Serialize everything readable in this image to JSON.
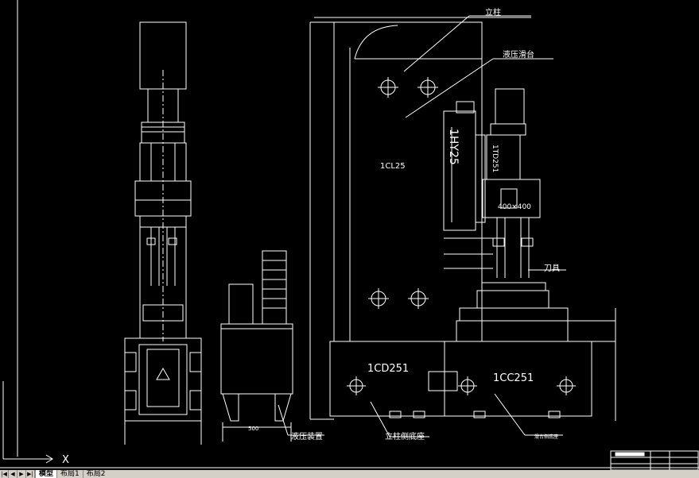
{
  "labels": {
    "column": "立柱",
    "hydraulic_slide": "液压滑台",
    "slide_model": "1HY25",
    "column_model": "1CL25",
    "drill_head_model": "1TD251",
    "headbox_size": "400×400",
    "tool": "刀具",
    "column_base_model": "1CD251",
    "slide_base_model": "1CC251",
    "hydraulic_unit": "液压装置",
    "column_side_base": "立柱侧底座",
    "slide_side_base": "滑台侧底座",
    "dimension_500": "500",
    "axis_x": "X"
  },
  "tabs": {
    "items": [
      "模型",
      "布局1",
      "布局2"
    ]
  },
  "colors": {
    "background": "#000000",
    "lines": "#ffffff",
    "tabbar": "#d4d0c8"
  }
}
